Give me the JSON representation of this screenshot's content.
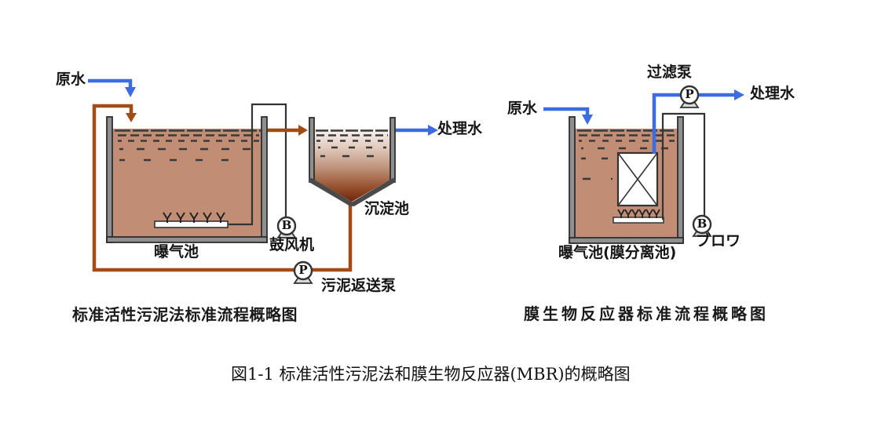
{
  "figure": {
    "caption": "図1-1 标准活性污泥法和膜生物反应器(MBR)的概略图"
  },
  "left": {
    "caption": "标准活性污泥法标准流程概略图",
    "labels": {
      "raw_water": "原水",
      "aeration_tank": "曝气池",
      "blower": "鼓风机",
      "blower_letter": "B",
      "settling_tank": "沉淀池",
      "treated_water": "处理水",
      "sludge_return_pump": "污泥返送泵",
      "sludge_pump_letter": "P"
    }
  },
  "right": {
    "caption": "膜生物反应器标准流程概略图",
    "labels": {
      "raw_water": "原水",
      "filtration_pump": "过滤泵",
      "filtration_pump_letter": "P",
      "treated_water": "处理水",
      "blower": "ブロワ",
      "blower_letter": "B",
      "tank": "曝气池(膜分离池)"
    }
  },
  "colors": {
    "flow_blue": "#3d6ce2",
    "sludge_pipe_brown": "#a34a15",
    "mixed_liquor_fill": "#c18e75",
    "tank_wall_gray": "#4a4a4a",
    "settled_sludge_dark": "#6e2409"
  }
}
